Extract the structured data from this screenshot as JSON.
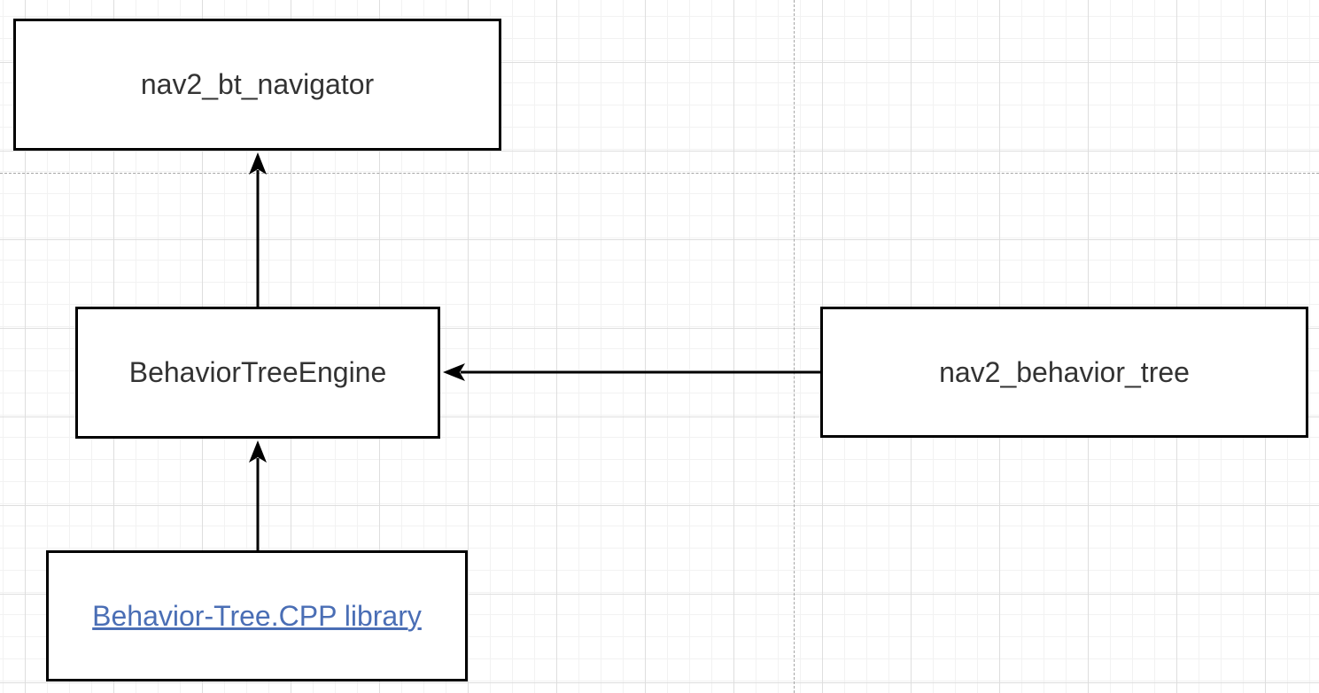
{
  "diagram": {
    "nodes": [
      {
        "id": "nav2_bt_navigator",
        "label": "nav2_bt_navigator"
      },
      {
        "id": "behavior_tree_engine",
        "label": "BehaviorTreeEngine"
      },
      {
        "id": "nav2_behavior_tree",
        "label": "nav2_behavior_tree"
      },
      {
        "id": "behavior_tree_cpp_library",
        "label": "Behavior-Tree.CPP library",
        "is_link": true
      }
    ],
    "edges": [
      {
        "from": "behavior_tree_engine",
        "to": "nav2_bt_navigator",
        "arrow_direction": "up"
      },
      {
        "from": "nav2_behavior_tree",
        "to": "behavior_tree_engine",
        "arrow_direction": "left"
      },
      {
        "from": "behavior_tree_cpp_library",
        "to": "behavior_tree_engine",
        "arrow_direction": "up"
      }
    ],
    "colors": {
      "node_fill": "#ffffff",
      "node_border": "#000000",
      "label_text": "#333333",
      "link_text": "#4a6eb5",
      "edge_stroke": "#000000",
      "grid_minor": "#f2f2f2",
      "grid_major": "#dedede",
      "page_boundary_dash": "#a6a6a6",
      "canvas_background": "#ffffff"
    }
  }
}
